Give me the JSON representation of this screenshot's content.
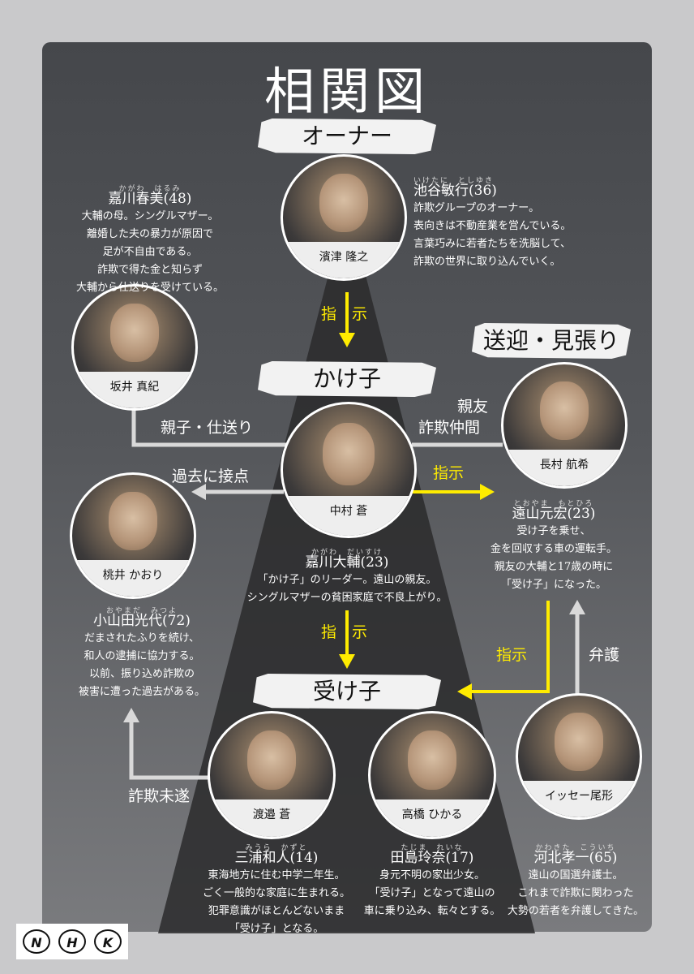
{
  "title": "相関図",
  "groups": {
    "owner": "オーナー",
    "kakeko": "かけ子",
    "ukeko": "受け子",
    "pickup": "送迎・見張り"
  },
  "relations": {
    "order1": "指　示",
    "order2": "指　示",
    "order_right": "指示",
    "order_lower": "指示",
    "parent": "親子・仕送り",
    "past": "過去に接点",
    "friend1": "親友",
    "friend2": "詐欺仲間",
    "defend": "弁護",
    "attempt": "詐欺未遂"
  },
  "portraits": {
    "owner": "濱津 隆之",
    "sakai": "坂井 真紀",
    "nakamura": "中村 蒼",
    "nagamura": "長村 航希",
    "momoi": "桃井 かおり",
    "isseh": "イッセー尾形",
    "watanabe": "渡邉 蒼",
    "takahashi": "高橋 ひかる"
  },
  "characters": {
    "harumi": {
      "ruby": "かがわ　はるみ",
      "name": "嘉川春美(48)",
      "lines": [
        "大輔の母。シングルマザー。",
        "離婚した夫の暴力が原因で",
        "足が不自由である。",
        "詐欺で得た金と知らず",
        "大輔から仕送りを受けている。"
      ]
    },
    "ikeya": {
      "ruby": "いけたに　としゆき",
      "name": "池谷敏行(36)",
      "lines": [
        "詐欺グループのオーナー。",
        "表向きは不動産業を営んでいる。",
        "言葉巧みに若者たちを洗脳して、",
        "詐欺の世界に取り込んでいく。"
      ]
    },
    "daisuke": {
      "ruby": "かがわ　だいすけ",
      "name": "嘉川大輔(23)",
      "lines": [
        "「かけ子」のリーダー。遠山の親友。",
        "シングルマザーの貧困家庭で不良上がり。"
      ]
    },
    "toyama": {
      "ruby": "とおやま　もとひろ",
      "name": "遠山元宏(23)",
      "lines": [
        "受け子を乗せ、",
        "金を回収する車の運転手。",
        "親友の大輔と17歳の時に",
        "「受け子」になった。"
      ]
    },
    "mitsuyo": {
      "ruby": "おやまだ　みつよ",
      "name": "小山田光代(72)",
      "lines": [
        "だまされたふりを続け、",
        "和人の逮捕に協力する。",
        "以前、振り込め詐欺の",
        "被害に遭った過去がある。"
      ]
    },
    "kazuto": {
      "ruby": "みうら　かずと",
      "name": "三浦和人(14)",
      "lines": [
        "東海地方に住む中学二年生。",
        "ごく一般的な家庭に生まれる。",
        "犯罪意識がほとんどないまま",
        "「受け子」となる。"
      ]
    },
    "reina": {
      "ruby": "たじま　れいな",
      "name": "田島玲奈(17)",
      "lines": [
        "身元不明の家出少女。",
        "「受け子」となって遠山の",
        "車に乗り込み、転々とする。"
      ]
    },
    "koichi": {
      "ruby": "かわきた　こういち",
      "name": "河北孝一(65)",
      "lines": [
        "遠山の国選弁護士。",
        "これまで詐欺に関わった",
        "大勢の若者を弁護してきた。"
      ]
    }
  },
  "logo": {
    "letters": [
      "N",
      "H",
      "K"
    ]
  },
  "colors": {
    "accent": "#ffec00",
    "panel": "#4a4c50",
    "line": "#d9d9d9"
  }
}
